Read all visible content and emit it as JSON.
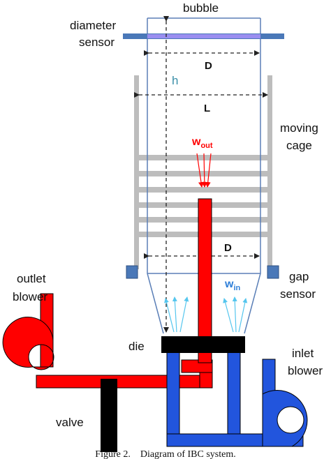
{
  "labels": {
    "bubble": "bubble",
    "diameter_sensor_line1": "diameter",
    "diameter_sensor_line2": "sensor",
    "dim_D_top": "D",
    "dim_h": "h",
    "dim_L": "L",
    "dim_D_lower": "D",
    "moving_cage_line1": "moving",
    "moving_cage_line2": "cage",
    "w_out": "w",
    "w_out_sub": "out",
    "w_in": "w",
    "w_in_sub": "in",
    "outlet_blower_line1": "outlet",
    "outlet_blower_line2": "blower",
    "gap_sensor_line1": "gap",
    "gap_sensor_line2": "sensor",
    "die": "die",
    "inlet_blower_line1": "inlet",
    "inlet_blower_line2": "blower",
    "valve": "valve"
  },
  "caption": "Figure 2.    Diagram of IBC system.",
  "colors": {
    "outlet_red": "#ff0000",
    "inlet_blue": "#2255dd",
    "bubble_outline": "#5b7fb7",
    "cage_gray": "#bdbdbd",
    "sensor_blue": "#4a78b8",
    "die_black": "#000000",
    "w_in_arrows": "#55c6ee",
    "w_in_text": "#2f7fd8"
  }
}
